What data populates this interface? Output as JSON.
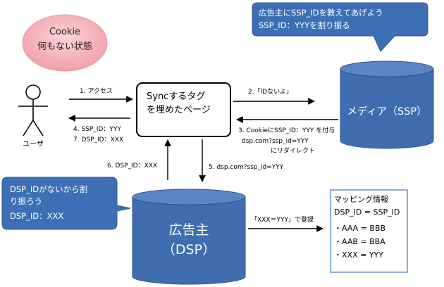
{
  "cookie_bubble": {
    "line1": "Cookie",
    "line2": "何もない状態"
  },
  "user": {
    "label": "ユーザ"
  },
  "sync_page": {
    "line1": "Syncするタグ",
    "line2": "を埋めたページ"
  },
  "media": {
    "label": "メディア（SSP）"
  },
  "advertiser": {
    "line1": "広告主",
    "line2": "（DSP）"
  },
  "callout_media": {
    "line1": "広告主にSSP_IDを教えてあげよう",
    "line2": "SSP_ID：YYYを割り振る"
  },
  "callout_dsp": {
    "line1": "DSP_IDがないから割",
    "line2": "り振ろう",
    "line3": "DSP_ID：XXX"
  },
  "steps": {
    "s1": "1. アクセス",
    "s2": "2.「IDないよ」",
    "s3a": "3. CookieにSSP_ID：YYY を付与",
    "s3b": "dsp.com?ssp_id=YYY",
    "s3c": "にリダイレクト",
    "s4": "4. SSP_ID：YYY",
    "s5": "5. dsp.com?ssp_id=YYY",
    "s6": "6. DSP_ID：XXX",
    "s7": "7. DSP_ID：XXX"
  },
  "register_label": "「XXX＝YYY」で登録",
  "mapping": {
    "title": "マッピング情報",
    "header": "DSP_ID = SSP_ID",
    "rows": [
      "・AAA = BBB",
      "・AAB = BBA",
      "・XXX = YYY"
    ]
  },
  "colors": {
    "cylinder_fill": "#3F6DAF",
    "cylinder_top": "#5B86C4",
    "callout_fill": "#3D6FB5",
    "cookie_fill": "#F7B8BE",
    "mapping_border": "#6F97CF"
  }
}
